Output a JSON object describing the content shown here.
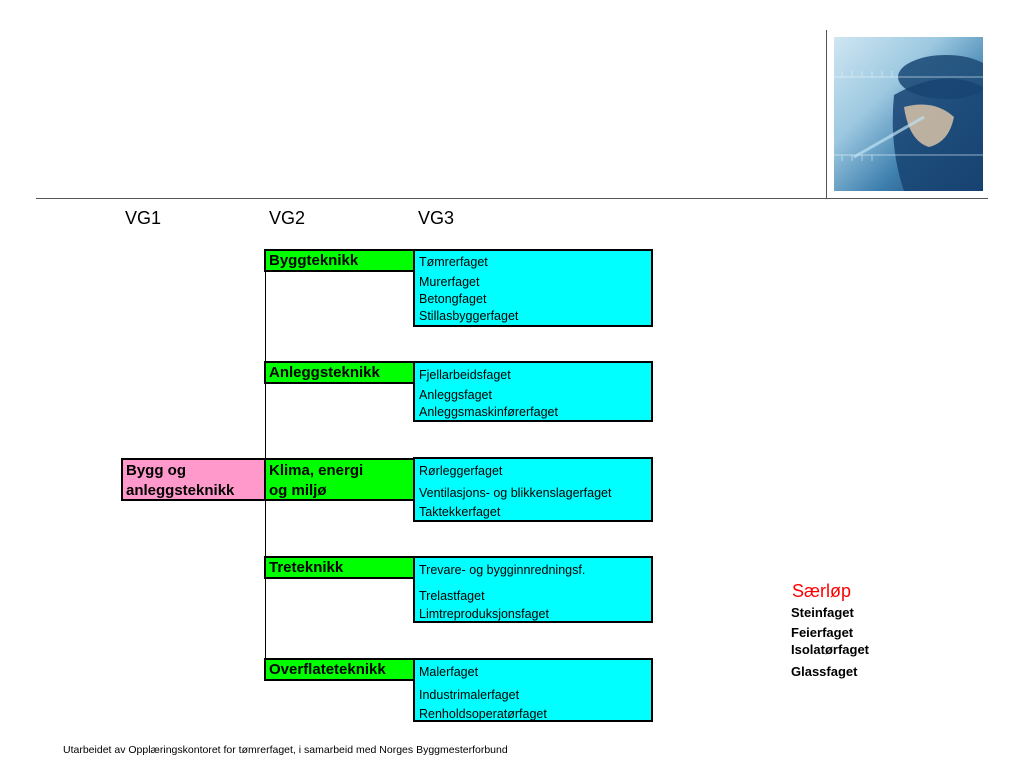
{
  "headers": {
    "vg1": "VG1",
    "vg2": "VG2",
    "vg3": "VG3"
  },
  "vg1": {
    "line1": "Bygg og",
    "line2": "anleggsteknikk"
  },
  "programs": [
    {
      "name": "Byggteknikk",
      "trades": [
        "Tømrerfaget",
        "Murerfaget",
        "Betongfaget",
        "Stillasbyggerfaget"
      ]
    },
    {
      "name": "Anleggsteknikk",
      "trades": [
        "Fjellarbeidsfaget",
        "Anleggsfaget",
        "Anleggsmaskinførerfaget"
      ]
    },
    {
      "name_line1": "Klima, energi",
      "name_line2": "og miljø",
      "trades": [
        "Rørleggerfaget",
        "Ventilasjons- og blikkenslagerfaget",
        "Taktekkerfaget"
      ]
    },
    {
      "name": "Treteknikk",
      "trades": [
        "Trevare- og bygginnredningsf.",
        "Trelastfaget",
        "Limtreproduksjonsfaget"
      ]
    },
    {
      "name": "Overflateteknikk",
      "trades": [
        "Malerfaget",
        "Industrimalerfaget",
        "Renholdsoperatørfaget"
      ]
    }
  ],
  "special": {
    "title": "Særløp",
    "items": [
      "Steinfaget",
      "Feierfaget",
      "Isolatørfaget",
      "Glassfaget"
    ],
    "title_color": "#ff0000"
  },
  "colors": {
    "vg1": "#ff99cc",
    "vg2": "#00ff00",
    "vg3": "#00ffff"
  },
  "footer": "Utarbeidet av Opplæringskontoret for tømrerfaget, i samarbeid med Norges Byggmesterforbund"
}
